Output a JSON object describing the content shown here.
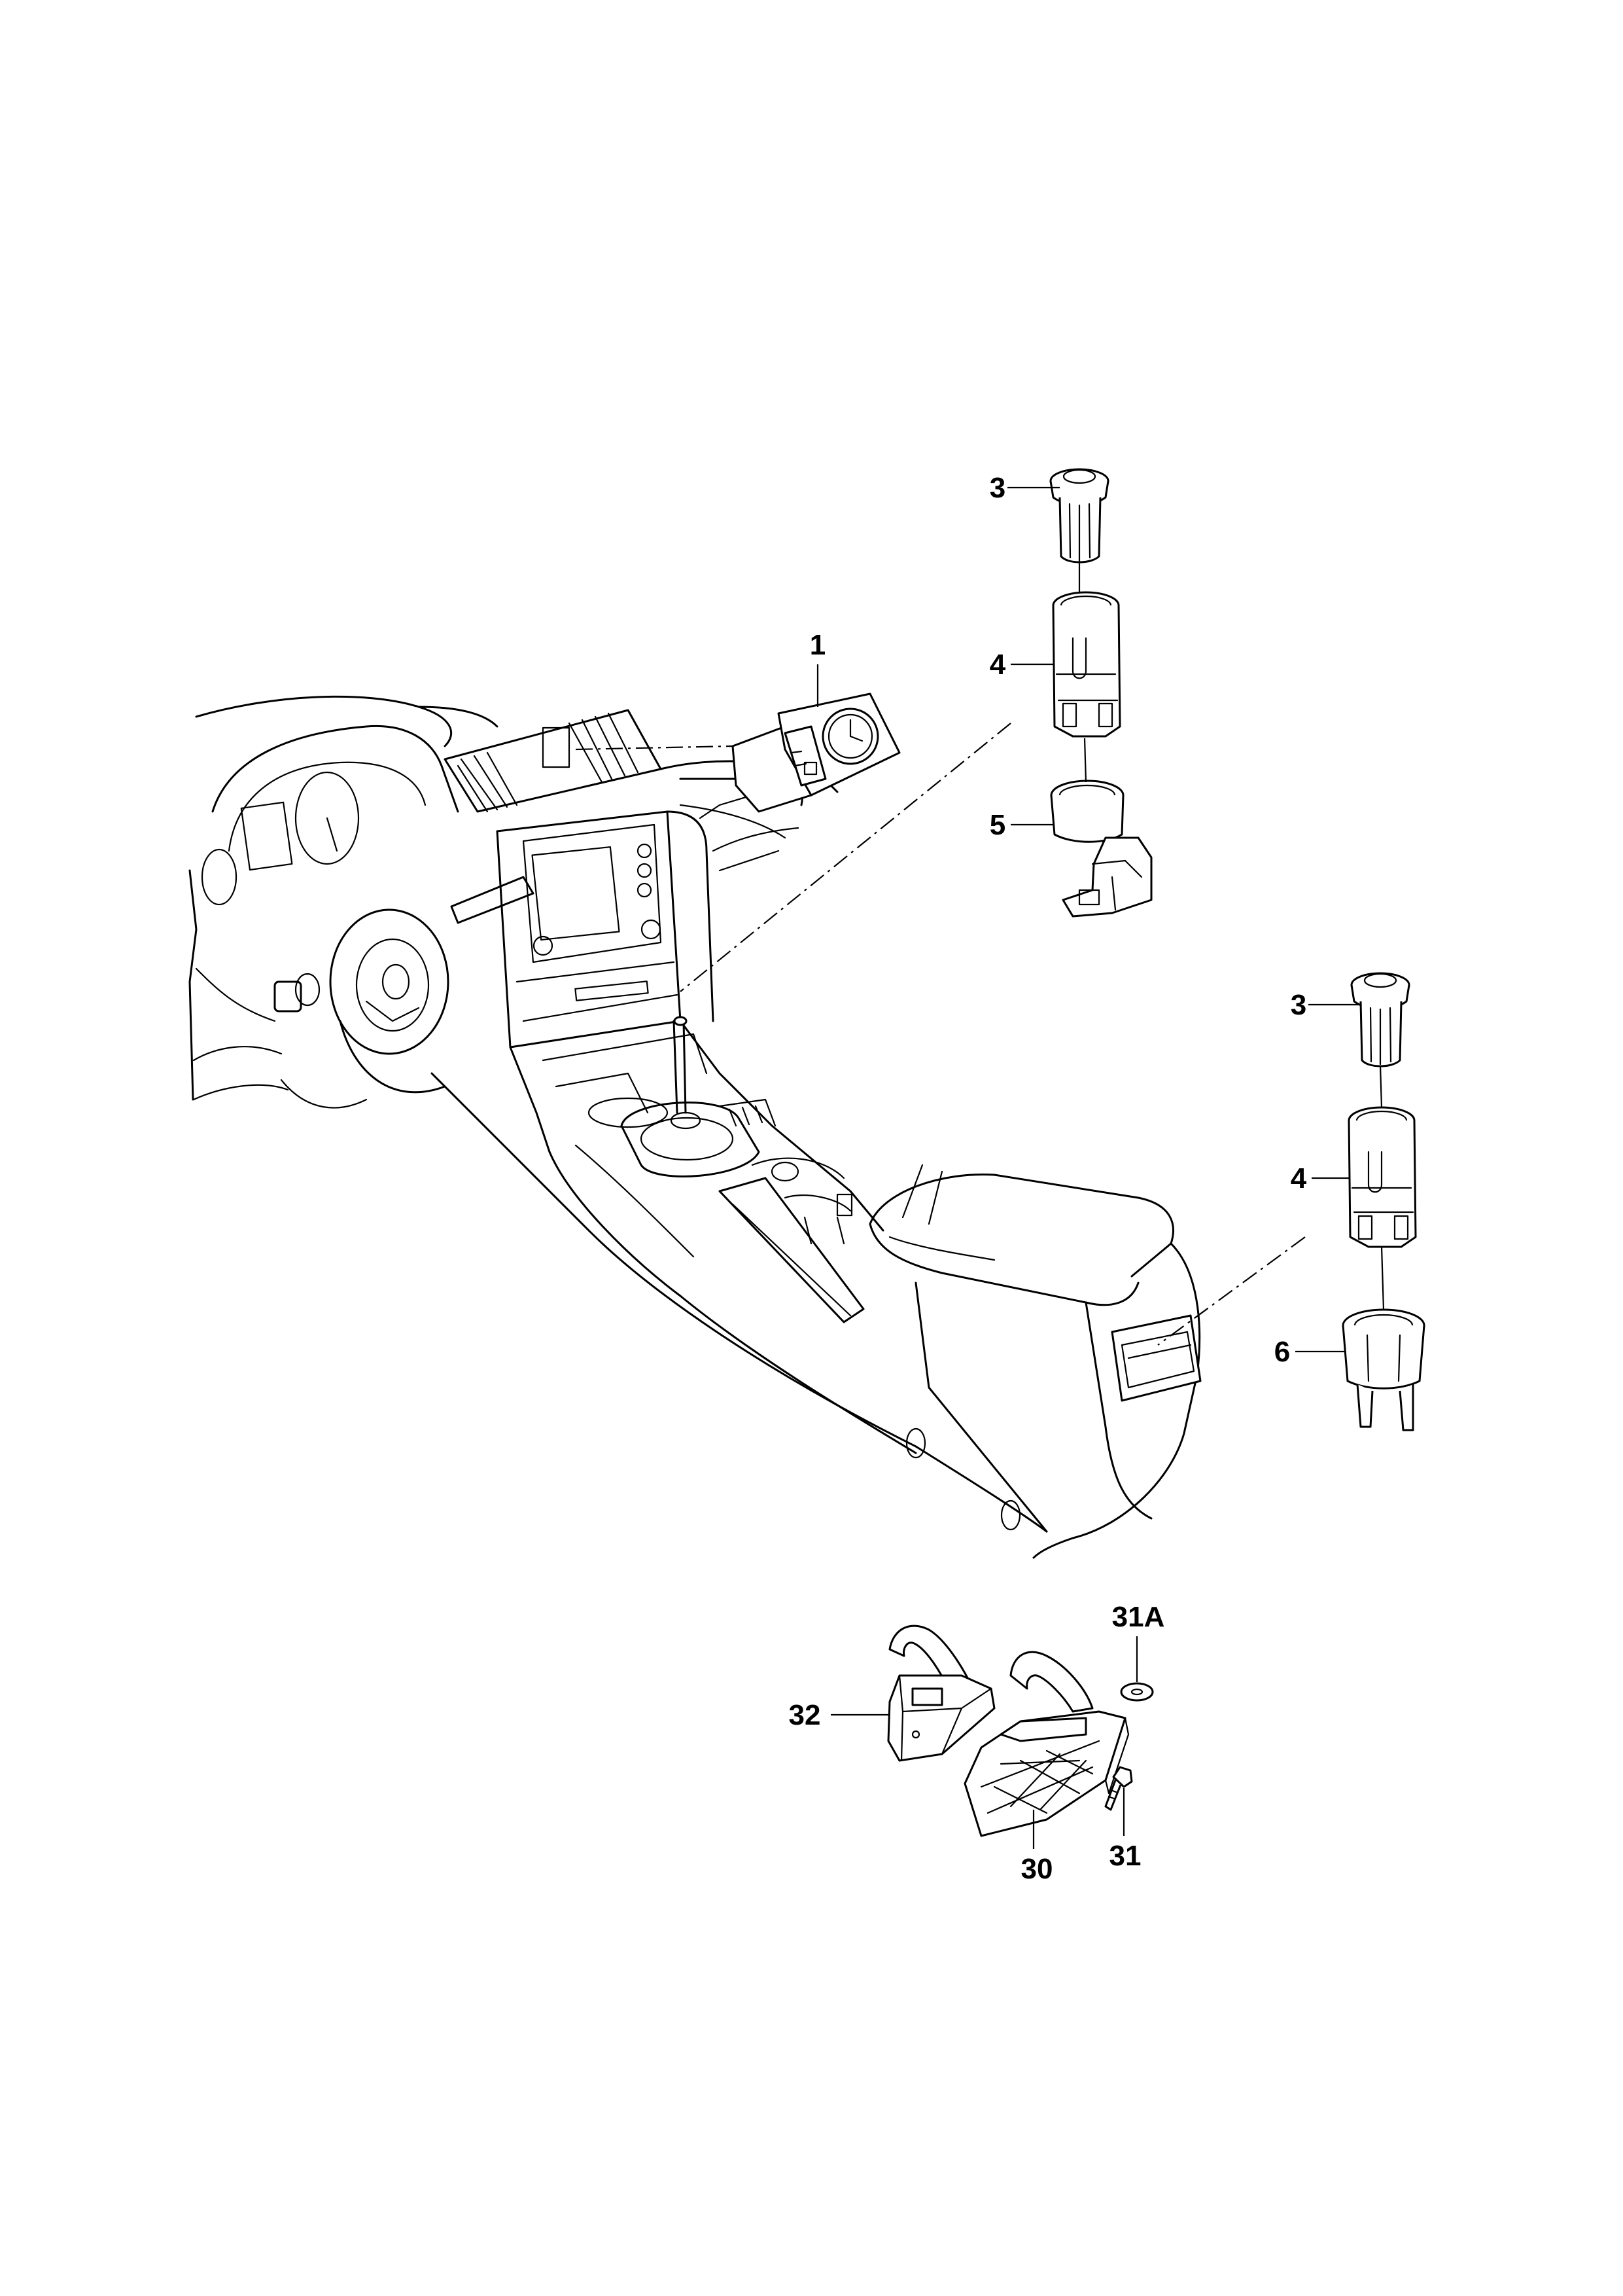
{
  "callouts": {
    "c1": "1",
    "c3a": "3",
    "c4a": "4",
    "c5": "5",
    "c3b": "3",
    "c4b": "4",
    "c6": "6",
    "c31a": "31A",
    "c32": "32",
    "c30": "30",
    "c31": "31"
  },
  "icons": {
    "dashboard": "dashboard-console-drawing",
    "clock": "clock-icon",
    "lighter_element": "lighter-element-icon",
    "socket": "lighter-socket-icon",
    "holder": "socket-holder-icon",
    "ring": "socket-ring-icon",
    "ashtray": "ashtray-insert-icon",
    "washer": "washer-icon",
    "screw": "screw-icon"
  }
}
